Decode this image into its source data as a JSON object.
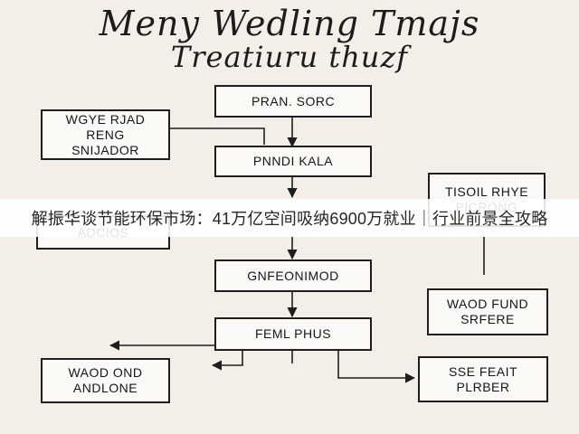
{
  "title": {
    "line1": "Meny Wedling Tmajs",
    "line2": "Treatiuru thuzf"
  },
  "nodes": {
    "pran_sorc": "PRAN. SORC",
    "wgye_rjad": "WGYE RJAD\nRENG\nSNIJADOR",
    "pnndi_kala": "PNNDI KALA",
    "tisoil_rhye": "TISOIL RHYE\nPICRONG",
    "adcios": "ADCIOS",
    "gnfeonimod": "GNFEONIMOD",
    "waod_fund": "WAOD FUND\nSRFERE",
    "feml_phus": "FEML PHUS",
    "waod_ond": "WAOD OND\nANDLONE",
    "sse_feait": "SSE FEAIT\nPLRBER"
  },
  "banner": {
    "text": "解振华谈节能环保市场：41万亿空间吸纳6900万就业｜行业前景全攻略"
  },
  "colors": {
    "background": "#f3efe8",
    "stroke": "#1e1e1e"
  }
}
